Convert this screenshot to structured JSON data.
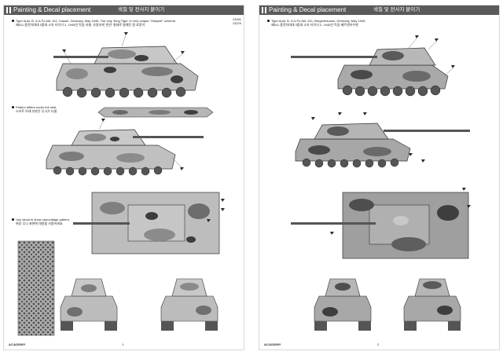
{
  "left_page": {
    "header_title": "Painting & Decal placement",
    "header_korean": "색칠 및 전사지 붙이기",
    "codes": [
      "13331",
      "13229"
    ],
    "note_1_line1": "Tiger Ausf. B. 3./s.Pz.Abt. 511, Kassel, Germany, May 1945. The only 'King Tiger' in very unique \"Ostspiel\" scheme.",
    "note_1_line2": "제511 중전차대대 3중대 소속 티이거 2, 1945년 독일 카셀, 유일하게 '연안' 형태로 칠해진 왕 호랑이",
    "note_2_line1": "Pattern differs under the skirt.",
    "note_2_line2": "스커트 아래 부분은 무늬가 다름",
    "note_3_line1": "Use decal to show camouflage pattern.",
    "note_3_line2": "위장 무늬 표현에 데칼을 사용하세요",
    "brand": "ACADEMY",
    "page_number": "1"
  },
  "right_page": {
    "header_title": "Painting & Decal placement",
    "header_korean": "색칠 및 전사지 붙이기",
    "note_1_line1": "Tiger Ausf. B. 3./s.Pz.Abt. 511, Bergenhausen, Germany, May 1945.",
    "note_1_line2": "제511 중전차대대 3중대 소속 티이거 2, 1945년 독일 베르겐하우젠",
    "brand": "ACADEMY",
    "page_number": "2"
  },
  "colors": {
    "header_bg": "#5a5a5a",
    "camo_base": "#c9c9c9",
    "camo_mid": "#8f8f8f",
    "camo_dark": "#3c3c3c"
  }
}
